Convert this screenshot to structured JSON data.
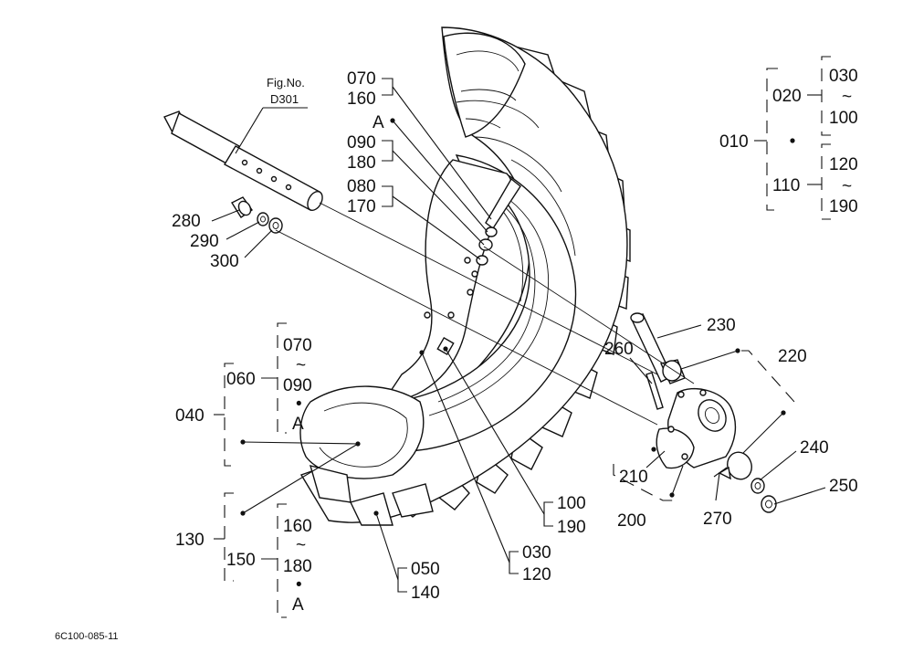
{
  "figure": {
    "ref_label": "Fig.No.",
    "ref_number": "D301",
    "drawing_code": "6C100-085-11"
  },
  "labels": {
    "p010": "010",
    "p020": "020",
    "p030": "030",
    "p100": "100",
    "p110": "110",
    "p120": "120",
    "p190": "190",
    "p070": "070",
    "p160": "160",
    "pA": "A",
    "p090": "090",
    "p180": "180",
    "p080": "080",
    "p170": "170",
    "p280": "280",
    "p290": "290",
    "p300": "300",
    "p060": "060",
    "p040": "040",
    "p130": "130",
    "p150": "150",
    "p050": "050",
    "p140": "140",
    "p230": "230",
    "p260": "260",
    "p220": "220",
    "p240": "240",
    "p250": "250",
    "p210": "210",
    "p200": "200",
    "p270": "270",
    "tilde": "~",
    "dot": "•"
  }
}
